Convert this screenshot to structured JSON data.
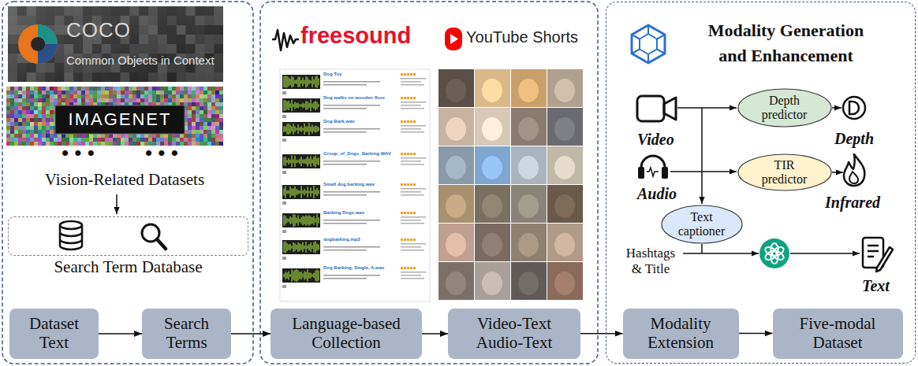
{
  "diagram": {
    "nodes": [
      {
        "text": [
          "Search Term Database"
        ]
      },
      {
        "text": [
          "Dataset Text"
        ]
      },
      {
        "text": [
          "Search Terms"
        ]
      },
      {
        "text": [
          "Language-based Collection"
        ]
      },
      {
        "text": [
          "Video-Text Audio-Text"
        ]
      },
      {
        "text": [
          "Modality Generation and Enhancement"
        ]
      },
      {
        "text": [
          "Depth predictor"
        ],
        "in": 5
      },
      {
        "text": [
          "TIR predictor"
        ],
        "in": 5
      },
      {
        "text": [
          "Text captioner"
        ],
        "in": 5
      },
      {
        "text": [
          "Modality Extension"
        ],
        "in": 5
      },
      {
        "text": [
          "Five-modal Dataset"
        ],
        "in": 5
      }
    ],
    "edges": [
      {
        "from": 1,
        "to": 2,
        "arrow": "to"
      },
      {
        "from": 2,
        "to": 3,
        "arrow": "to"
      },
      {
        "from": 3,
        "to": 4,
        "arrow": "to"
      },
      {
        "from": 4,
        "to": 9,
        "arrow": "to"
      },
      {
        "from": 9,
        "to": 10,
        "arrow": "to"
      }
    ],
    "labels": [
      "COCO",
      "Common Objects in Context",
      "IMAGENET",
      "• • •",
      "• • •",
      "Vision-Related Datasets",
      "freesound",
      "YouTube Shorts",
      "Dog Toy",
      "Dog walks on wooden floor",
      "Dog Bark.wav",
      "Group_of_Dogs_Barking.WAV",
      "Small dog barking.wav",
      "Barking Dogs.wav",
      "dogbarking.mp3",
      "Dog Barking, Single, A.wav",
      "Video",
      "Audio",
      "Depth",
      "Infrared",
      "Hashtags & Title",
      "Text"
    ]
  }
}
